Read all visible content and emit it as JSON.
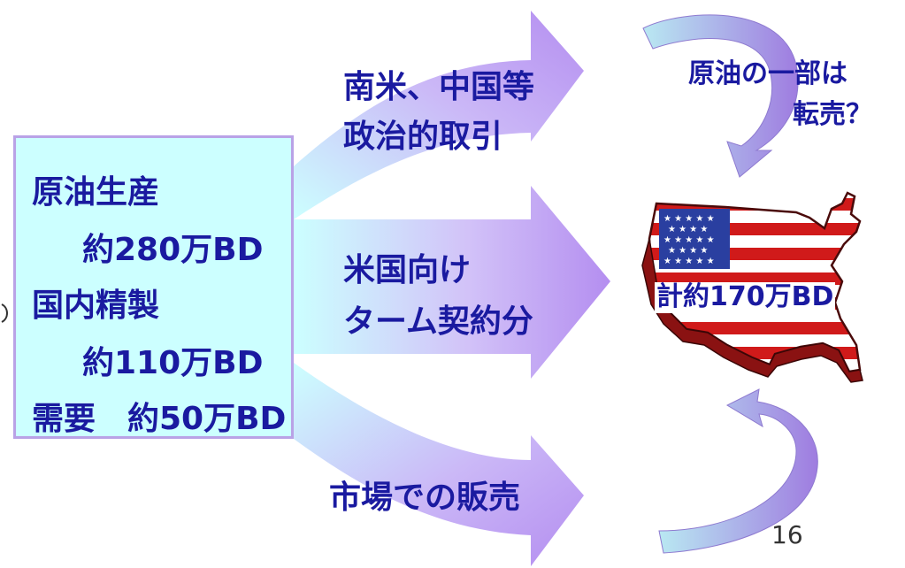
{
  "source": {
    "lines": [
      "原油生産",
      "約280万BD",
      "国内精製",
      "約110万BD",
      "需要　約50万BD"
    ]
  },
  "arrows": {
    "top": {
      "line1": "南米、中国等",
      "line2": "政治的取引"
    },
    "middle": {
      "line1": "米国向け",
      "line2": "ターム契約分"
    },
    "bottom": {
      "line1": "市場での販売"
    }
  },
  "resale_note": {
    "line1": "原油の一部は",
    "line2": "転売？"
  },
  "usa": {
    "label": "計約170万BD"
  },
  "page_number": "16",
  "colors": {
    "text": "#1a1aa0",
    "box_fill": "#ccffff",
    "box_border": "#b9a2e6",
    "arrow_light": "#ccffff",
    "arrow_dark": "#b48ef0",
    "curve_light": "#b9e8f2",
    "curve_dark": "#9f7ce0",
    "flag_red": "#d01a1a",
    "flag_blue": "#2a3fa0"
  },
  "icons": [
    "usa-map-flag-icon",
    "curved-arrow-icon"
  ]
}
